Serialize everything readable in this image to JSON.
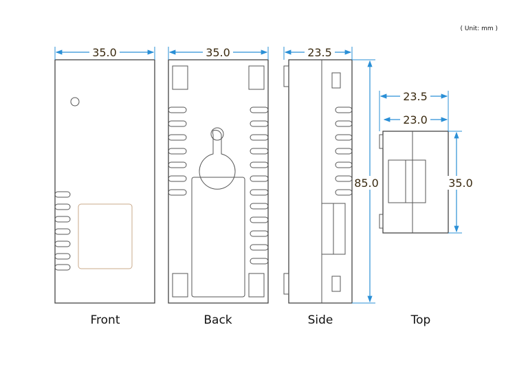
{
  "unit_note": "( Unit: mm )",
  "views": {
    "front": {
      "label": "Front",
      "width_dim": "35.0"
    },
    "back": {
      "label": "Back",
      "width_dim": "35.0"
    },
    "side": {
      "label": "Side",
      "depth_dim": "23.5",
      "height_dim": "85.0"
    },
    "top": {
      "label": "Top",
      "outer_dim": "23.5",
      "inner_dim": "23.0",
      "height_dim": "35.0"
    }
  },
  "colors": {
    "dimension_line": "#2a8fd6",
    "outline": "#444444",
    "dimension_text": "#3a2a10"
  }
}
